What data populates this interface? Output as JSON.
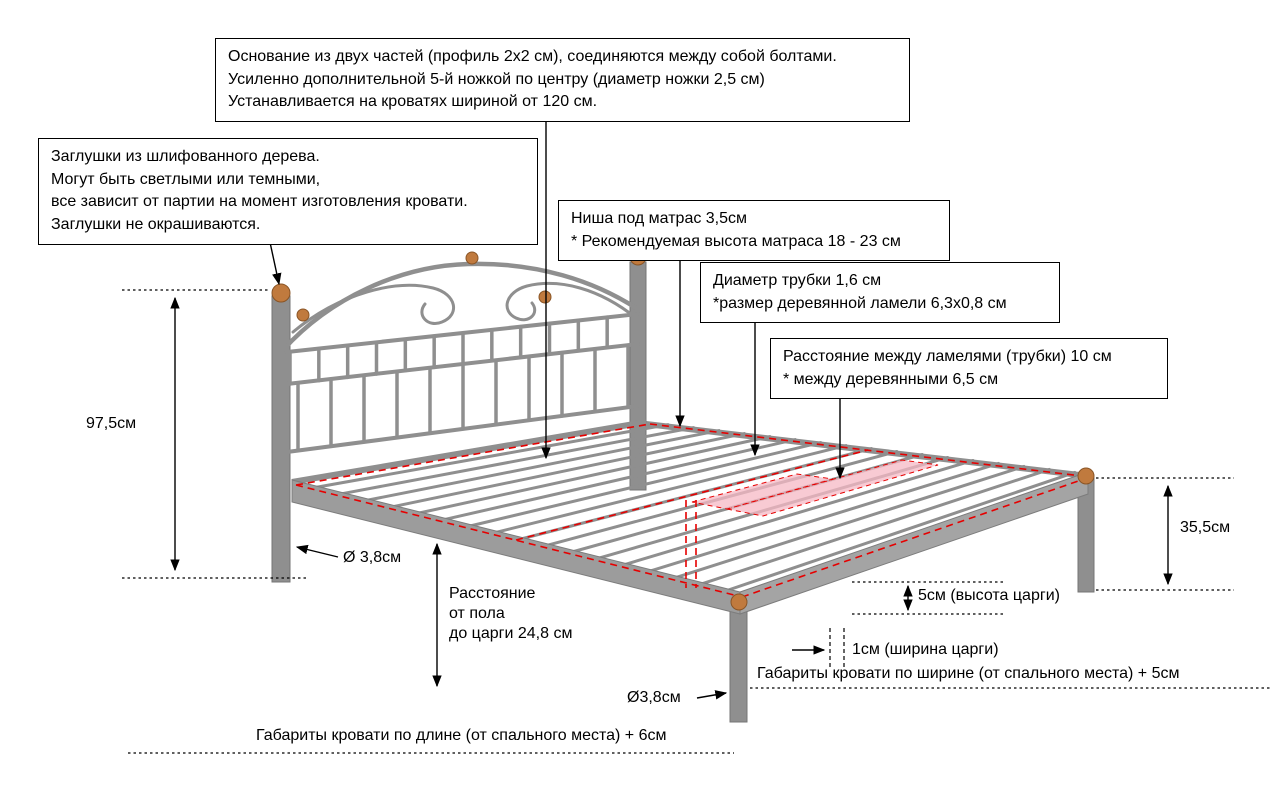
{
  "callouts": {
    "base": {
      "lines": [
        "Основание из двух частей (профиль 2x2 см), соединяются между собой болтами.",
        "Усиленно дополнительной 5-й ножкой по центру (диаметр ножки 2,5 см)",
        "Устанавливается на кроватях шириной от 120 см."
      ]
    },
    "plugs": {
      "lines": [
        "Заглушки из шлифованного дерева.",
        "Могут быть светлыми или темными,",
        "все зависит от партии на момент изготовления кровати.",
        "Заглушки не окрашиваются."
      ]
    },
    "niche": {
      "lines": [
        "Ниша под матрас 3,5см",
        "* Рекомендуемая высота матраса 18 - 23 см"
      ]
    },
    "tube": {
      "lines": [
        "Диаметр трубки 1,6 см",
        "*размер деревянной ламели 6,3x0,8 см"
      ]
    },
    "lamels": {
      "lines": [
        "Расстояние между ламелями (трубки) 10 см",
        "* между деревянными 6,5 см"
      ]
    }
  },
  "dimensions": {
    "height_headboard": "97,5см",
    "height_foot": "35,5см",
    "leg_diameter_left": "Ø 3,8см",
    "leg_diameter_front": "Ø3,8см",
    "floor_to_tsarga": [
      "Расстояние",
      "от пола",
      "до царги 24,8 см"
    ],
    "tsarga_height": "5см (высота царги)",
    "tsarga_width": "1см (ширина царги)",
    "width_overall": "Габариты кровати по ширине (от спального места) + 5см",
    "length_overall": "Габариты кровати по длине (от спального места) + 6см"
  },
  "colors": {
    "accent_red": "#e60000",
    "lamel_pink": "#f5b8c4",
    "metal_gray": "#8f8f8f",
    "wood_plug": "#c07a3e"
  }
}
